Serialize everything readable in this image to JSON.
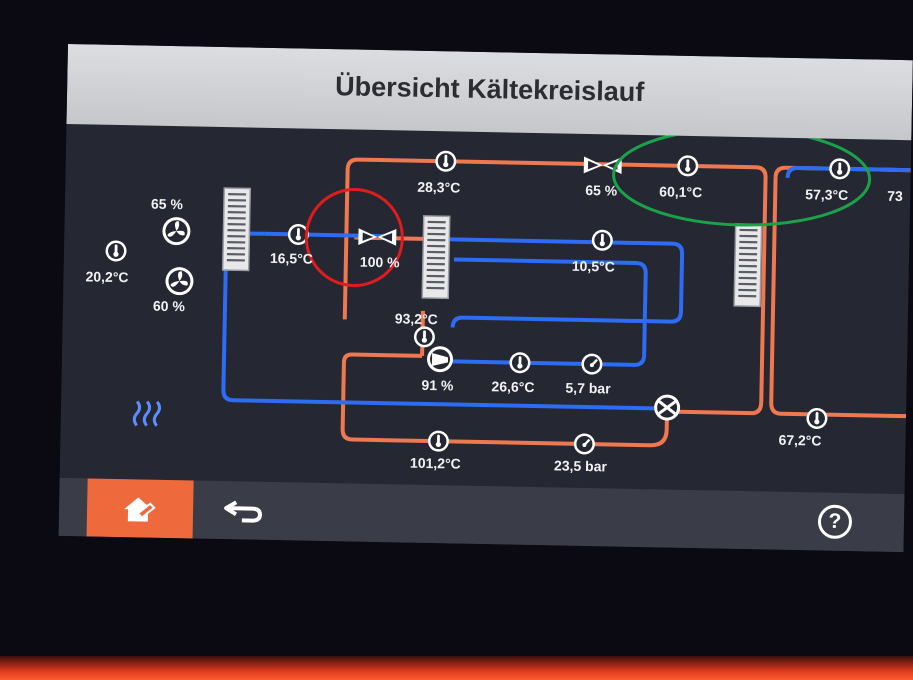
{
  "title": "Übersicht Kältekreislauf",
  "colors": {
    "hot": "#f07850",
    "cold": "#2d6cf4",
    "accent": "#ee6a3c",
    "annotation_red": "#e01c1c",
    "annotation_green": "#1aa24a"
  },
  "values": {
    "outdoor_temp": "20,2°C",
    "fan_top": "65 %",
    "fan_bottom": "60 %",
    "evaporator_out_temp": "16,5°C",
    "expansion_valve_main": "100 %",
    "top_line_temp": "28,3°C",
    "top_valve": "65 %",
    "top_right_temp": "60,1°C",
    "far_right_temp": "57,3°C",
    "cutoff_value": "73",
    "inner_heat_exchanger_temp": "10,5°C",
    "heat_exchanger_out_temp": "93,2°C",
    "compressor_speed": "91 %",
    "suction_temp": "26,6°C",
    "suction_pressure": "5,7 bar",
    "hot_gas_temp": "101,2°C",
    "high_pressure": "23,5 bar",
    "flow_temp": "67,2°C"
  },
  "icons": [
    "thermometer-icon",
    "fan-icon",
    "valve-icon",
    "compressor-icon",
    "pressure-gauge-icon",
    "four-way-valve-icon",
    "heating-icon",
    "home-tool-icon",
    "back-arrow-icon",
    "help-icon"
  ]
}
